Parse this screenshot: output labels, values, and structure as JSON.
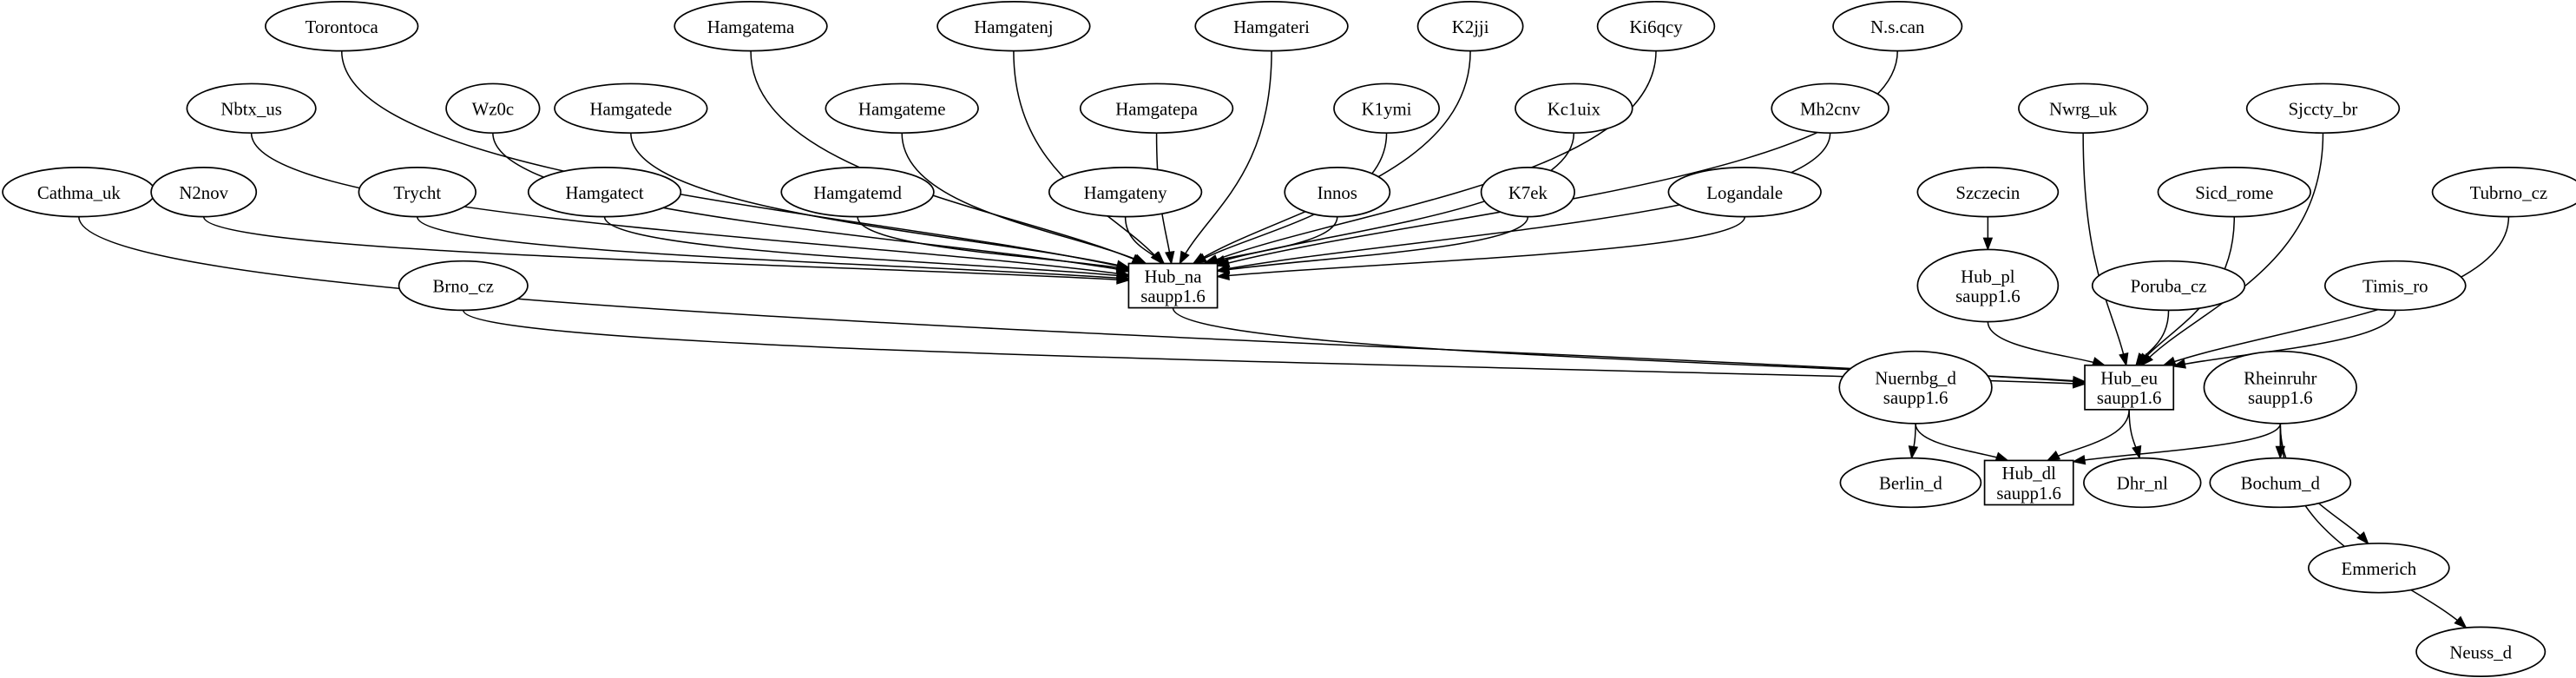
{
  "nodes": {
    "torontoca": {
      "lines": [
        "Torontoca"
      ],
      "shape": "ellipse"
    },
    "hamgatema": {
      "lines": [
        "Hamgatema"
      ],
      "shape": "ellipse"
    },
    "hamgatenj": {
      "lines": [
        "Hamgatenj"
      ],
      "shape": "ellipse"
    },
    "hamgateri": {
      "lines": [
        "Hamgateri"
      ],
      "shape": "ellipse"
    },
    "k2jji": {
      "lines": [
        "K2jji"
      ],
      "shape": "ellipse"
    },
    "ki6qcy": {
      "lines": [
        "Ki6qcy"
      ],
      "shape": "ellipse"
    },
    "nscan": {
      "lines": [
        "N.s.can"
      ],
      "shape": "ellipse"
    },
    "nbtx_us": {
      "lines": [
        "Nbtx_us"
      ],
      "shape": "ellipse"
    },
    "wz0c": {
      "lines": [
        "Wz0c"
      ],
      "shape": "ellipse"
    },
    "hamgatede": {
      "lines": [
        "Hamgatede"
      ],
      "shape": "ellipse"
    },
    "hamgateme": {
      "lines": [
        "Hamgateme"
      ],
      "shape": "ellipse"
    },
    "hamgatepa": {
      "lines": [
        "Hamgatepa"
      ],
      "shape": "ellipse"
    },
    "k1ymi": {
      "lines": [
        "K1ymi"
      ],
      "shape": "ellipse"
    },
    "kc1uix": {
      "lines": [
        "Kc1uix"
      ],
      "shape": "ellipse"
    },
    "mh2cnv": {
      "lines": [
        "Mh2cnv"
      ],
      "shape": "ellipse"
    },
    "nwrg_uk": {
      "lines": [
        "Nwrg_uk"
      ],
      "shape": "ellipse"
    },
    "sjccty_br": {
      "lines": [
        "Sjccty_br"
      ],
      "shape": "ellipse"
    },
    "cathma_uk": {
      "lines": [
        "Cathma_uk"
      ],
      "shape": "ellipse"
    },
    "n2nov": {
      "lines": [
        "N2nov"
      ],
      "shape": "ellipse"
    },
    "trycht": {
      "lines": [
        "Trycht"
      ],
      "shape": "ellipse"
    },
    "hamgatect": {
      "lines": [
        "Hamgatect"
      ],
      "shape": "ellipse"
    },
    "hamgatemd": {
      "lines": [
        "Hamgatemd"
      ],
      "shape": "ellipse"
    },
    "hamgateny": {
      "lines": [
        "Hamgateny"
      ],
      "shape": "ellipse"
    },
    "innos": {
      "lines": [
        "Innos"
      ],
      "shape": "ellipse"
    },
    "k7ek": {
      "lines": [
        "K7ek"
      ],
      "shape": "ellipse"
    },
    "logandale": {
      "lines": [
        "Logandale"
      ],
      "shape": "ellipse"
    },
    "szczecin": {
      "lines": [
        "Szczecin"
      ],
      "shape": "ellipse"
    },
    "sicd_rome": {
      "lines": [
        "Sicd_rome"
      ],
      "shape": "ellipse"
    },
    "tubrno_cz": {
      "lines": [
        "Tubrno_cz"
      ],
      "shape": "ellipse"
    },
    "hub_na": {
      "lines": [
        "Hub_na",
        "saupp1.6"
      ],
      "shape": "box"
    },
    "brno_cz": {
      "lines": [
        "Brno_cz"
      ],
      "shape": "ellipse"
    },
    "hub_pl": {
      "lines": [
        "Hub_pl",
        "saupp1.6"
      ],
      "shape": "ellipse"
    },
    "poruba_cz": {
      "lines": [
        "Poruba_cz"
      ],
      "shape": "ellipse"
    },
    "timis_ro": {
      "lines": [
        "Timis_ro"
      ],
      "shape": "ellipse"
    },
    "hub_eu": {
      "lines": [
        "Hub_eu",
        "saupp1.6"
      ],
      "shape": "box"
    },
    "nuernbg_d": {
      "lines": [
        "Nuernbg_d",
        "saupp1.6"
      ],
      "shape": "ellipse"
    },
    "rheinruhr": {
      "lines": [
        "Rheinruhr",
        "saupp1.6"
      ],
      "shape": "ellipse"
    },
    "berlin_d": {
      "lines": [
        "Berlin_d"
      ],
      "shape": "ellipse"
    },
    "hub_dl": {
      "lines": [
        "Hub_dl",
        "saupp1.6"
      ],
      "shape": "box"
    },
    "dhr_nl": {
      "lines": [
        "Dhr_nl"
      ],
      "shape": "ellipse"
    },
    "bochum_d": {
      "lines": [
        "Bochum_d"
      ],
      "shape": "ellipse"
    },
    "emmerich": {
      "lines": [
        "Emmerich"
      ],
      "shape": "ellipse"
    },
    "neuss_d": {
      "lines": [
        "Neuss_d"
      ],
      "shape": "ellipse"
    }
  },
  "edges": [
    [
      "torontoca",
      "hub_na"
    ],
    [
      "hamgatema",
      "hub_na"
    ],
    [
      "hamgatenj",
      "hub_na"
    ],
    [
      "hamgateri",
      "hub_na"
    ],
    [
      "k2jji",
      "hub_na"
    ],
    [
      "ki6qcy",
      "hub_na"
    ],
    [
      "nscan",
      "hub_na"
    ],
    [
      "nbtx_us",
      "hub_na"
    ],
    [
      "wz0c",
      "hub_na"
    ],
    [
      "hamgatede",
      "hub_na"
    ],
    [
      "hamgateme",
      "hub_na"
    ],
    [
      "hamgatepa",
      "hub_na"
    ],
    [
      "k1ymi",
      "hub_na"
    ],
    [
      "kc1uix",
      "hub_na"
    ],
    [
      "mh2cnv",
      "hub_na"
    ],
    [
      "n2nov",
      "hub_na"
    ],
    [
      "trycht",
      "hub_na"
    ],
    [
      "hamgatect",
      "hub_na"
    ],
    [
      "hamgatemd",
      "hub_na"
    ],
    [
      "hamgateny",
      "hub_na"
    ],
    [
      "innos",
      "hub_na"
    ],
    [
      "k7ek",
      "hub_na"
    ],
    [
      "logandale",
      "hub_na"
    ],
    [
      "cathma_uk",
      "hub_eu"
    ],
    [
      "hub_na",
      "hub_eu"
    ],
    [
      "brno_cz",
      "hub_eu"
    ],
    [
      "szczecin",
      "hub_pl"
    ],
    [
      "hub_pl",
      "hub_eu"
    ],
    [
      "nwrg_uk",
      "hub_eu"
    ],
    [
      "sjccty_br",
      "hub_eu"
    ],
    [
      "sicd_rome",
      "hub_eu"
    ],
    [
      "tubrno_cz",
      "hub_eu"
    ],
    [
      "poruba_cz",
      "hub_eu"
    ],
    [
      "timis_ro",
      "hub_eu"
    ],
    [
      "hub_eu",
      "hub_dl"
    ],
    [
      "hub_eu",
      "dhr_nl"
    ],
    [
      "nuernbg_d",
      "berlin_d"
    ],
    [
      "nuernbg_d",
      "hub_dl"
    ],
    [
      "rheinruhr",
      "hub_dl"
    ],
    [
      "rheinruhr",
      "bochum_d"
    ],
    [
      "rheinruhr",
      "emmerich"
    ],
    [
      "rheinruhr",
      "neuss_d"
    ]
  ]
}
